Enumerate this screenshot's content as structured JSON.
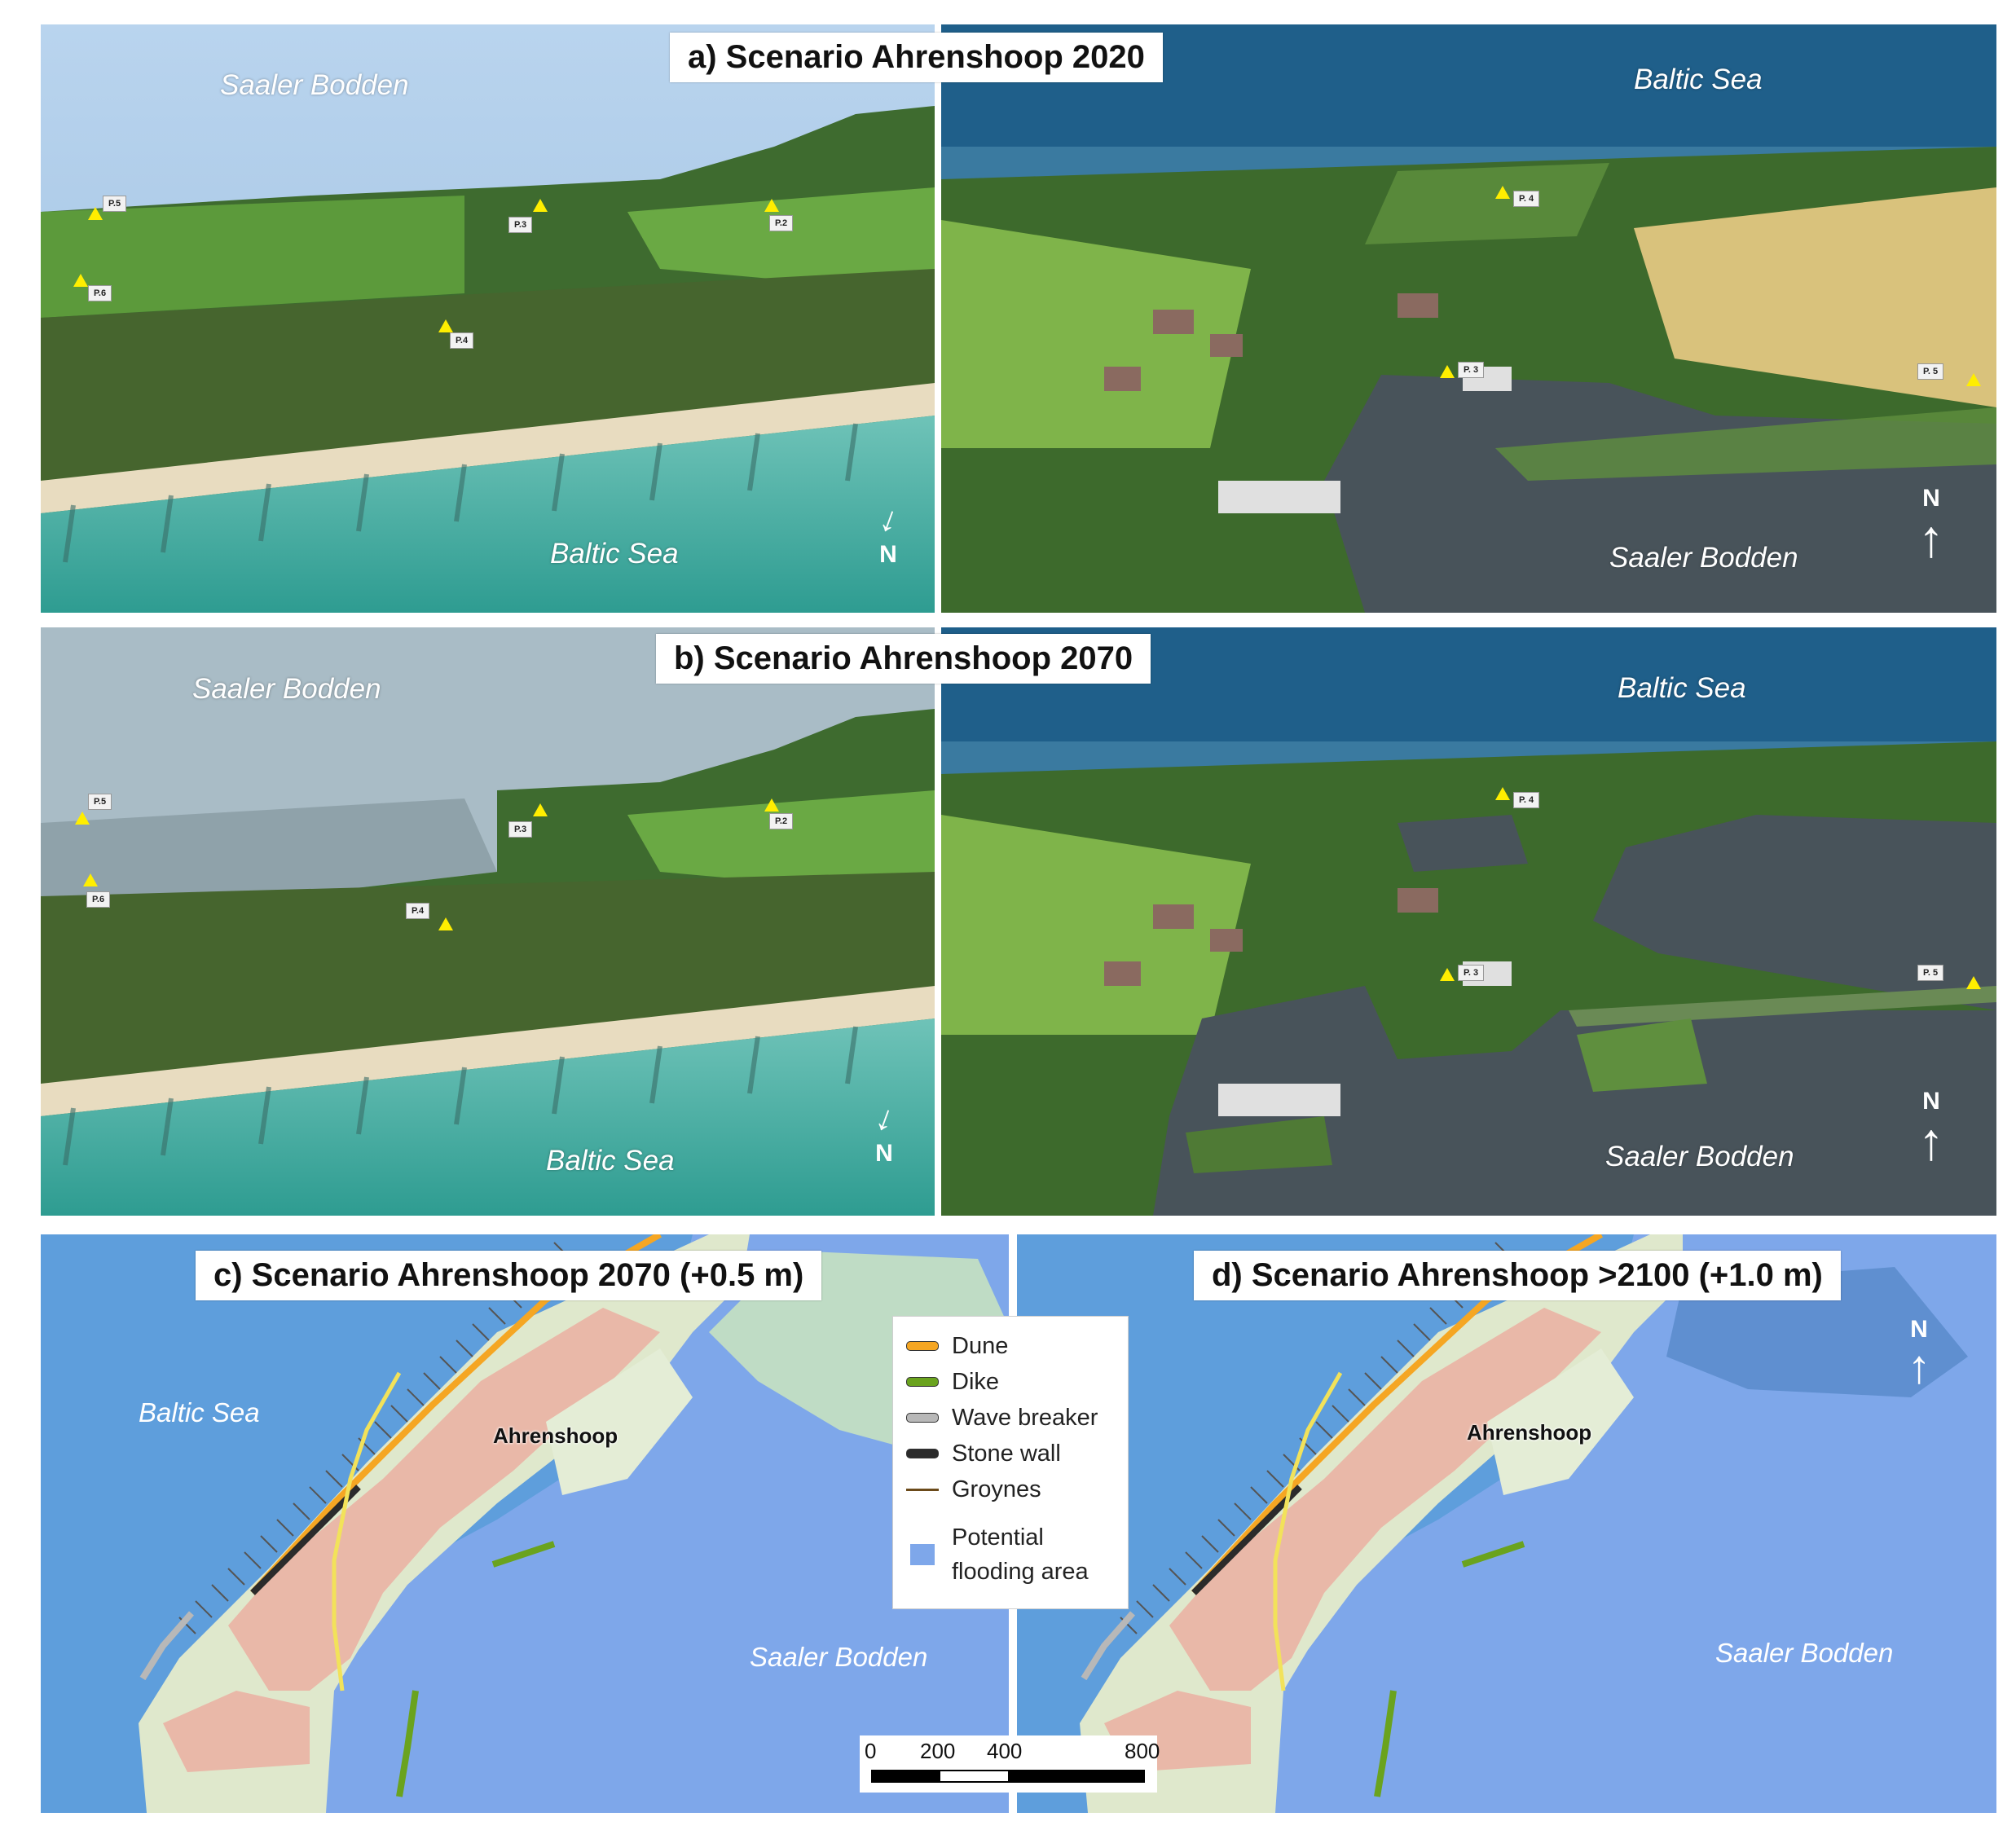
{
  "figure": {
    "panel_a_title": "a) Scenario Ahrenshoop 2020",
    "panel_b_title": "b) Scenario Ahrenshoop 2070",
    "panel_c_title": "c) Scenario Ahrenshoop 2070 (+0.5 m)",
    "panel_d_title": "d) Scenario Ahrenshoop >2100 (+1.0 m)"
  },
  "photos": {
    "a_left": {
      "labels": [
        "Saaler Bodden",
        "Baltic Sea"
      ],
      "north": "N",
      "points": [
        "P.5",
        "P.3",
        "P.2",
        "P.6",
        "P.4"
      ]
    },
    "a_right": {
      "labels": [
        "Baltic Sea",
        "Saaler Bodden"
      ],
      "north": "N",
      "points": [
        "P. 4",
        "P. 3",
        "P. 5"
      ]
    },
    "b_left": {
      "labels": [
        "Saaler Bodden",
        "Baltic Sea"
      ],
      "north": "N",
      "points": [
        "P.5",
        "P.3",
        "P.2",
        "P.6",
        "P.4"
      ]
    },
    "b_right": {
      "labels": [
        "Baltic Sea",
        "Saaler Bodden"
      ],
      "north": "N",
      "points": [
        "P. 4",
        "P. 3",
        "P. 5"
      ]
    }
  },
  "maps": {
    "c": {
      "sea_label": "Baltic Sea",
      "lagoon_label": "Saaler Bodden",
      "town": "Ahrenshoop",
      "flood_level_m": 0.5
    },
    "d": {
      "lagoon_label": "Saaler Bodden",
      "town": "Ahrenshoop",
      "north": "N",
      "flood_level_m": 1.0
    }
  },
  "legend": {
    "items": [
      {
        "label": "Dune",
        "color": "#f5a623",
        "kind": "line"
      },
      {
        "label": "Dike",
        "color": "#6aa31e",
        "kind": "line"
      },
      {
        "label": "Wave breaker",
        "color": "#b8b8b8",
        "kind": "line"
      },
      {
        "label": "Stone wall",
        "color": "#2b2b2b",
        "kind": "line"
      },
      {
        "label": "Groynes",
        "color": "#6b4a1a",
        "kind": "thin"
      },
      {
        "label": "Potential flooding area",
        "color": "#7ea7ea",
        "kind": "box"
      }
    ],
    "flood_label_line1": "Potential",
    "flood_label_line2": "flooding area"
  },
  "scale": {
    "ticks": [
      "0",
      "200",
      "400",
      "800"
    ]
  },
  "colors": {
    "baltic": "#2ea39a",
    "bodden": "#4e5a5e",
    "map_sea": "#5e9edc",
    "map_flood": "#7ea7ea",
    "map_land": "#dfe8cc",
    "map_town": "#e9b8a8"
  }
}
